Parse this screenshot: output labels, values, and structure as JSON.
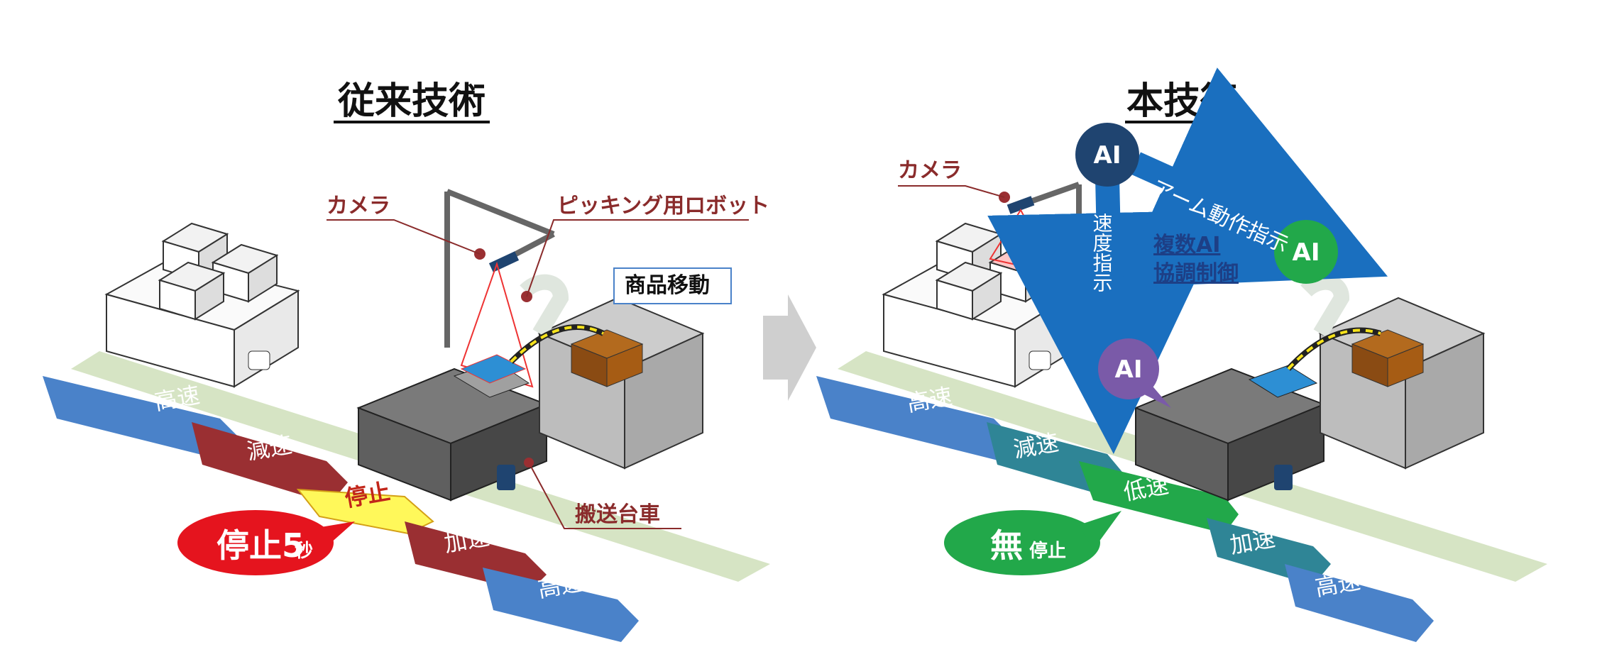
{
  "left": {
    "title": "従来技術",
    "camera": "カメラ",
    "robot": "ピッキング用ロボット",
    "move": "商品移動",
    "cart": "搬送台車",
    "lanes": [
      "高速",
      "減速",
      "停止",
      "加速",
      "高速"
    ],
    "stop_badge": {
      "main": "停止5",
      "unit": "秒"
    }
  },
  "right": {
    "title": "本技術",
    "camera": "カメラ",
    "ai": "AI",
    "arm_instr": "アーム動作指示",
    "speed_instr": "速度指示",
    "coop_line1": "複数AI",
    "coop_line2": "協調制御",
    "lanes": [
      "高速",
      "減速",
      "低速",
      "加速",
      "高速"
    ],
    "nonstop_badge": {
      "main": "無",
      "sub": "停止"
    }
  },
  "colors": {
    "lane_blue": "#4a82c9",
    "lane_red": "#9a2f32",
    "lane_yellow": "#fff85a",
    "lane_teal": "#2f8596",
    "lane_green": "#22a84a",
    "floor": "#d6e4c4",
    "badge_red": "#e5141e",
    "badge_green": "#22a84a",
    "ai_navy": "#1f4470",
    "ai_purple": "#7a5aa8",
    "ai_green": "#22a84a",
    "arrow_blue": "#1a6fbf"
  }
}
